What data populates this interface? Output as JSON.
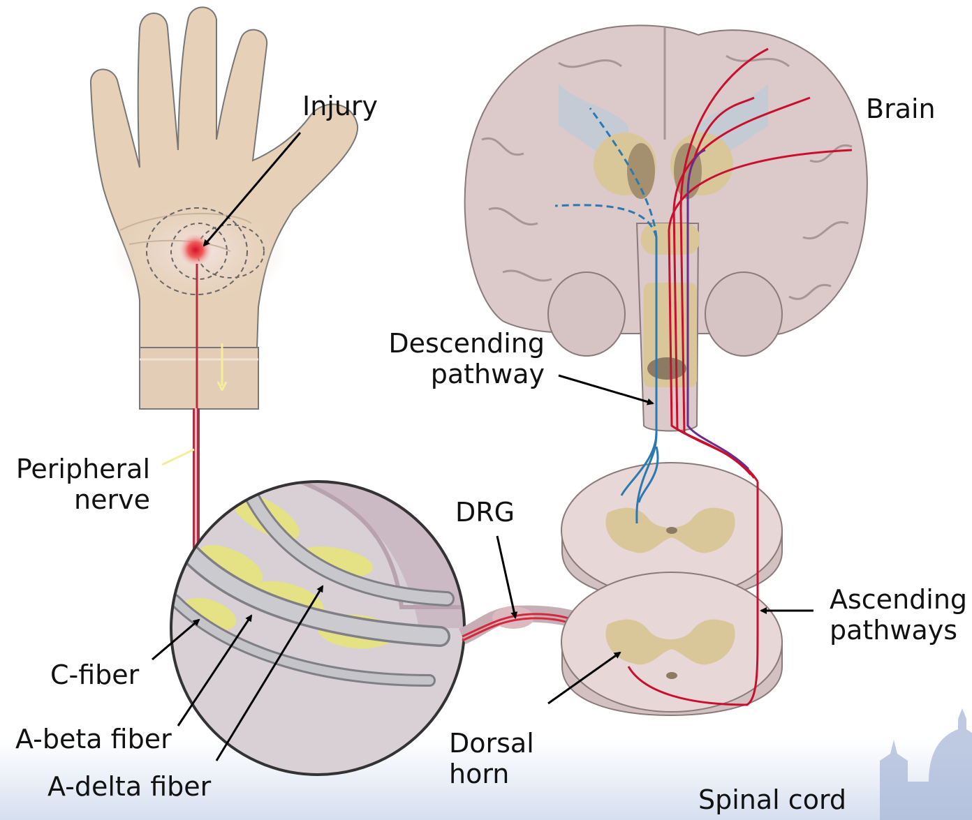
{
  "labels": {
    "injury": "Injury",
    "brain": "Brain",
    "descending_line1": "Descending",
    "descending_line2": "pathway",
    "peripheral_line1": "Peripheral",
    "peripheral_line2": "nerve",
    "drg": "DRG",
    "c_fiber": "C-fiber",
    "a_beta": "A-beta fiber",
    "a_delta": "A-delta fiber",
    "dorsal_line1": "Dorsal",
    "dorsal_line2": "horn",
    "ascending_line1": "Ascending",
    "ascending_line2": "pathways",
    "spinal_cord": "Spinal cord"
  },
  "colors": {
    "skin": "#e6d0b8",
    "brain_tissue": "#dcc9c9",
    "gray_matter": "#d9c79a",
    "ascending_pathway": "#c8102e",
    "descending_pathway": "#2a7ab0",
    "secondary_pathway": "#6a2c8a",
    "background_band": "#dde4f2"
  }
}
